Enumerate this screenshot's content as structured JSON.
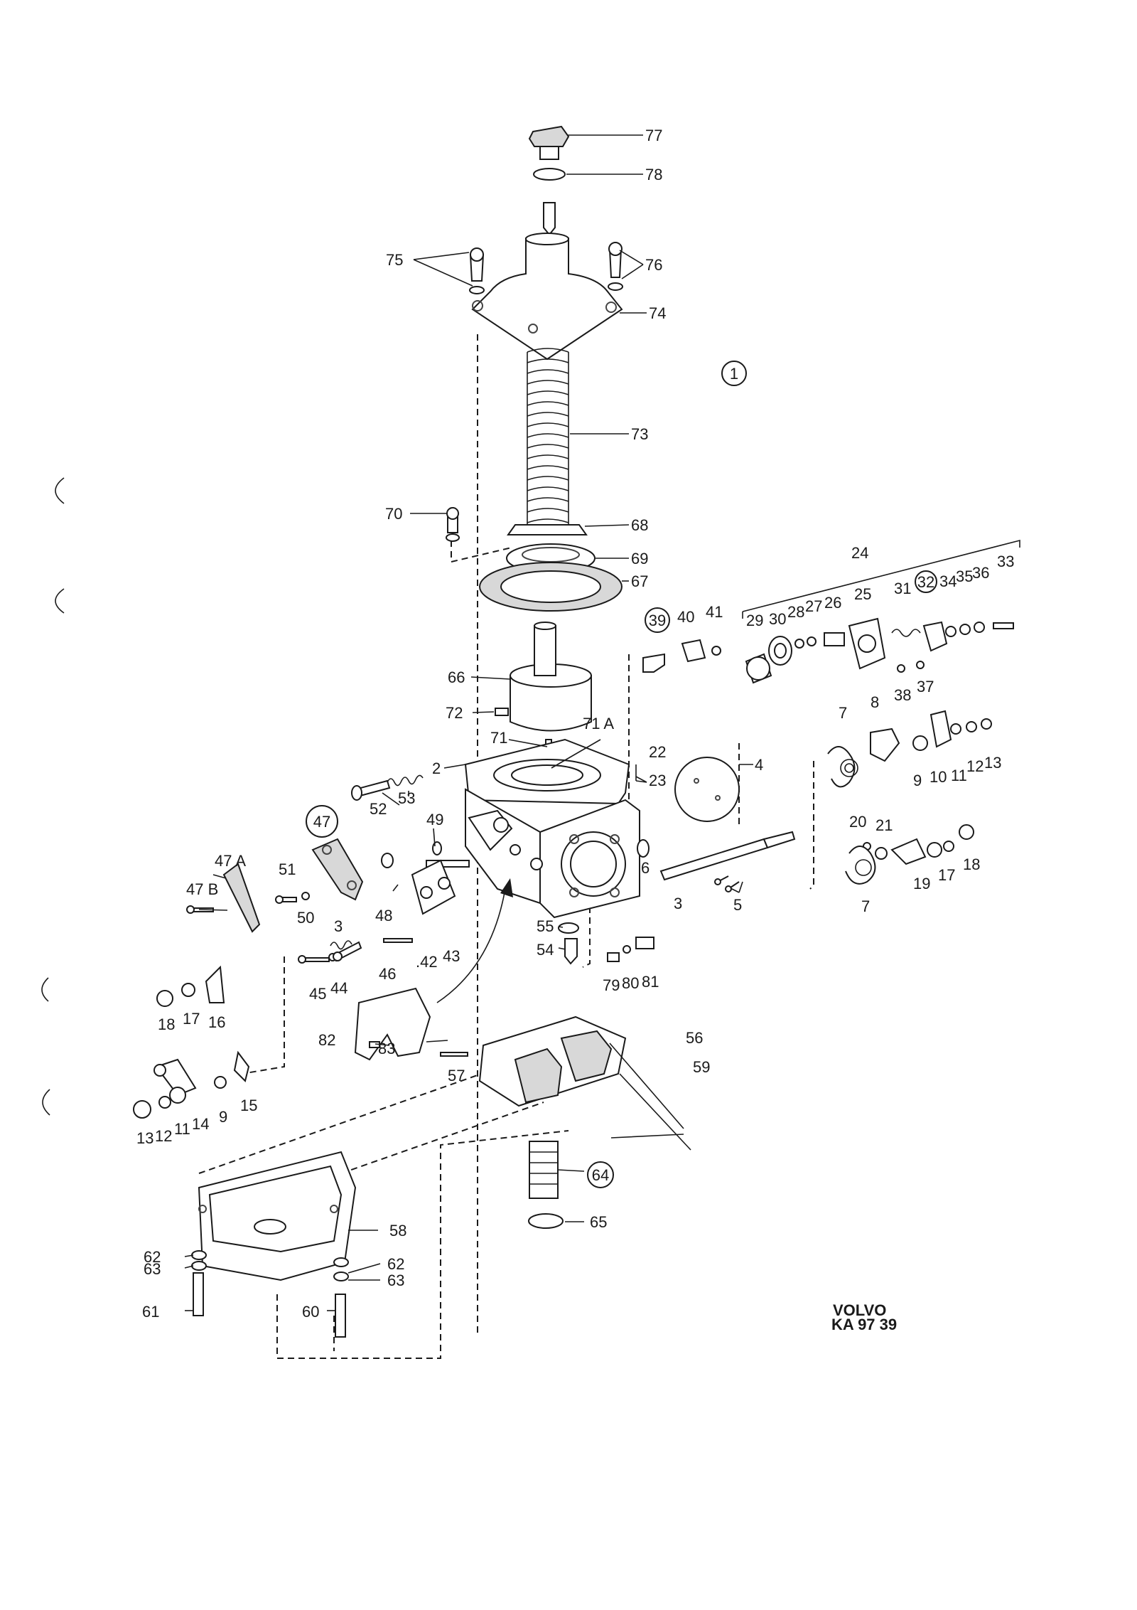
{
  "colors": {
    "ink": "#1a1a1a",
    "paper": "#ffffff",
    "shade": "#d8d8d8"
  },
  "figure_number": "1",
  "brand": {
    "line1": "VOLVO",
    "line2": "KA 97 39"
  },
  "labels": {
    "p77": "77",
    "p78": "78",
    "p75": "75",
    "p76": "76",
    "p74": "74",
    "p73": "73",
    "p70": "70",
    "p68": "68",
    "p69": "69",
    "p67": "67",
    "p66": "66",
    "p72": "72",
    "p71": "71",
    "p71a": "71 A",
    "p2": "2",
    "p22": "22",
    "p23": "23",
    "p4": "4",
    "p24": "24",
    "p29": "29",
    "p30": "30",
    "p28": "28",
    "p27": "27",
    "p26": "26",
    "p25": "25",
    "p31": "31",
    "p32": "32",
    "p34": "34",
    "p35": "35",
    "p36": "36",
    "p33": "33",
    "p38": "38",
    "p37": "37",
    "p39": "39",
    "p40": "40",
    "p41": "41",
    "p7a": "7",
    "p8": "8",
    "p9a": "9",
    "p10": "10",
    "p11a": "11",
    "p12a": "12",
    "p13a": "13",
    "p20": "20",
    "p21": "21",
    "p7b": "7",
    "p19": "19",
    "p17a": "17",
    "p18a": "18",
    "p5": "5",
    "p3a": "3",
    "p6": "6",
    "p52": "52",
    "p53": "53",
    "p47": "47",
    "p47a": "47 A",
    "p47b": "47 B",
    "p51": "51",
    "p50": "50",
    "p49": "49",
    "p48": "48",
    "p3b": "3",
    "p45": "45",
    "p44": "44",
    "p46": "46",
    "p42": ".42",
    "p43": "43",
    "p55": "55",
    "p54": "54",
    "p79": "79",
    "p80": "80",
    "p81": "81",
    "p18b": "18",
    "p17b": "17",
    "p16": "16",
    "p82": "82",
    "p83": "83",
    "p57": "57",
    "p56": "56",
    "p59": "59",
    "p13b": "13",
    "p12b": "12",
    "p11b": "11",
    "p14": "14",
    "p9b": "9",
    "p15": "15",
    "p64": "64",
    "p65": "65",
    "p58": "58",
    "p62a": "62",
    "p63a": "63",
    "p62b": "62",
    "p63b": "63",
    "p61": "61",
    "p60": "60"
  }
}
